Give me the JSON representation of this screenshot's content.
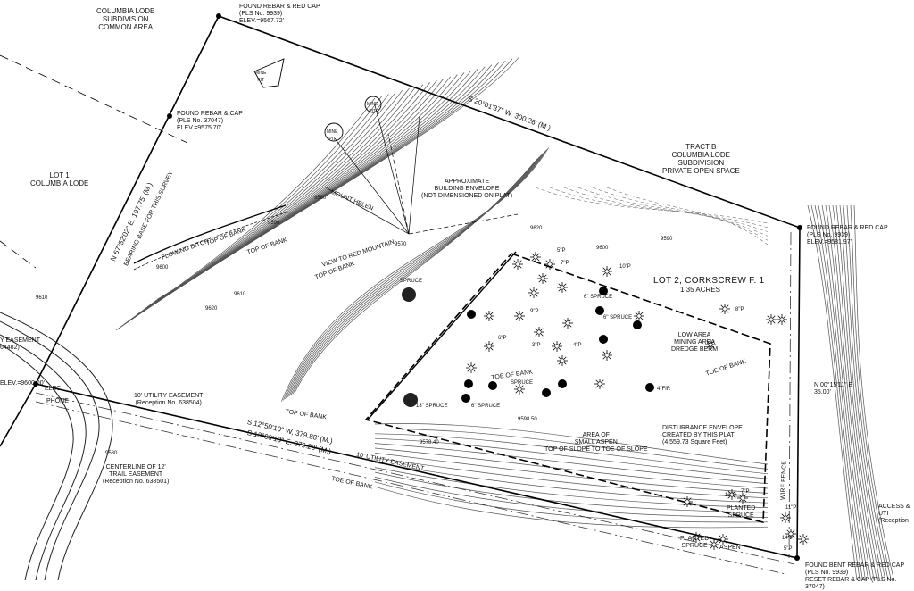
{
  "labels": {
    "columbia_common": "COLUMBIA LODE\nSUBDIVISION\nCOMMON AREA",
    "found_rebar_top": "FOUND REBAR & RED CAP\n(PLS No. 9939)\nELEV.=9567.72'",
    "found_rebar_left": "FOUND REBAR & CAP\n(PLS No. 37047)\nELEV.=9575.70'",
    "lot1": "LOT 1\nCOLUMBIA LODE",
    "tract_b": "TRACT B\nCOLUMBIA LODE\nSUBDIVISION\nPRIVATE OPEN SPACE",
    "found_rebar_right": "FOUND REBAR & RED CAP\n(PLS No. 9939)\nELEV.=9581.97'",
    "lot2": "LOT 2, CORKSCREW F. 1",
    "lot2_area": "1.35 ACRES",
    "mine_pit": "MINE\nPIT",
    "building_envelope": "APPROXIMATE\nBUILDING ENVELOPE\n(NOT DIMENSIONED ON PLAT)",
    "mount_helen": "MOUNT HELEN",
    "red_mountain": "VIEW TO RED MOUNTAIN",
    "flowing_ditch": "FLOWING DITCH",
    "top_of_bank": "TOP OF BANK",
    "toe_of_bank": "TOE OF BANK",
    "utility_easement_10": "10' UTILITY EASEMENT\n(Reception No. 638504)",
    "utility_easement": "10' UTILITY EASEMENT",
    "centerline": "CENTERLINE OF 12'\nTRAIL EASEMENT\n(Reception No. 638501)",
    "disturbance_envelope": "DISTURBANCE ENVELOPE\nCREATED BY THIS PLAT\n(4,559.73 Square Feet)",
    "aspen_area": "AREA OF\nSMALL ASPEN\nTOP OF SLOPE TO TOE OF SLOPE",
    "low_area": "LOW AREA\nMINING AREA\nDREDGE BERM",
    "found_bent_rebar": "FOUND BENT REBAR & RED CAP\n(PLS No. 9939)\nRESET REBAR & CAP (PLS No. 37047)",
    "access_util": "ACCESS & UTI\n(Reception",
    "planted_spruce_1": "PLANTED\nSPRUCE",
    "planted_spruce_2": "PLANTED\nSPRUCE",
    "aspen": "ASPEN",
    "bearing_top": "S 20°01'37\" W, 300.26' (M.)",
    "bearing_left": "N 67°52'02\" E, 197.75' (M.)",
    "bearing_basis": "BEARING BASE FOR THIS SURVEY",
    "bearing_bottom": "S 13°00'13\" E, 379.29' (M.)",
    "bearing_bottom_b": "S 12°50'10\" W, 379.88' (M.)",
    "elev_left": "ELEV.=9600.00'",
    "elec": "ELEC",
    "phone": "PHONE",
    "easement_left": "Y EASEMENT\n64482)",
    "dim_right": "N 00°15'11\" E\n35.00'",
    "wire_fence": "WIRE FENCE",
    "spruce_a": "SPRUCE",
    "spruce_b": "SPRUCE",
    "spruce_c": "6\" SPRUCE",
    "spruce_d": "13\" SPRUCE",
    "spruce_e": "6\" SPRUCE",
    "spruce_f": "6\" SPRUCE",
    "fir": "4\"FIR"
  },
  "contour_labels": [
    "9580",
    "9590",
    "9600",
    "9610",
    "9620",
    "9570",
    "9578.40",
    "9598.50"
  ],
  "tree_tags": [
    "5\"P",
    "7\"P",
    "10\"P",
    "9\"P",
    "6\"P",
    "3\"P",
    "4\"P",
    "8\"P",
    "12\"P",
    "11\"P",
    "14\"P",
    "5\"P",
    "7\"P"
  ]
}
